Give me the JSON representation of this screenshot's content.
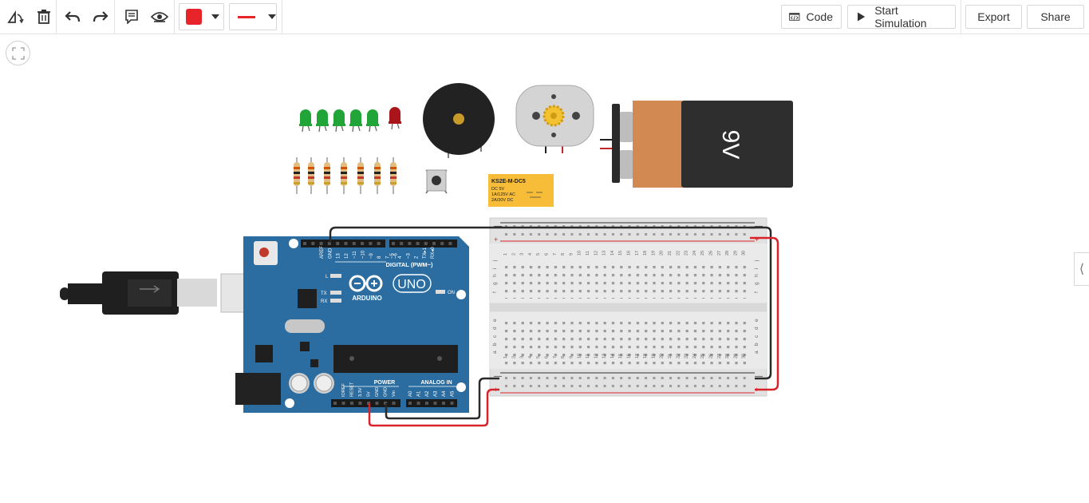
{
  "toolbar": {
    "rotate_icon": "rotate-icon",
    "delete_icon": "trash-icon",
    "undo_icon": "undo-icon",
    "redo_icon": "redo-icon",
    "notes_icon": "notes-icon",
    "visibility_icon": "eye-icon",
    "fill_color": "#e8242b",
    "wire_color": "#e8242b",
    "code_label": "Code",
    "start_simulation_label": "Start Simulation",
    "export_label": "Export",
    "share_label": "Share"
  },
  "components": {
    "battery_label": "9V",
    "relay": {
      "model": "KS2E-M-DC5",
      "line1": "DC 5V",
      "line2": "1A/125V AC",
      "line3": "2A/30V DC"
    },
    "arduino": {
      "digital_label": "DIGITAL (PWM~)",
      "brand": "ARDUINO",
      "model": "UNO",
      "power_label": "POWER",
      "analog_label": "ANALOG IN",
      "on_label": "ON",
      "led_l": "L",
      "led_tx": "TX",
      "led_rx": "RX",
      "top_pins": [
        "AREF",
        "GND",
        "13",
        "12",
        "~11",
        "~10",
        "~9",
        "8",
        "7",
        "~6",
        "~5",
        "4",
        "~3",
        "2",
        "TX▸1",
        "RX◂0"
      ],
      "power_pins": [
        "IOREF",
        "RESET",
        "3.3V",
        "5V",
        "GND",
        "GND",
        "Vin"
      ],
      "analog_pins": [
        "A0",
        "A1",
        "A2",
        "A3",
        "A4",
        "A5"
      ]
    },
    "breadboard": {
      "rows_top": [
        "j",
        "i",
        "h",
        "g",
        "f"
      ],
      "rows_bottom": [
        "e",
        "d",
        "c",
        "b",
        "a"
      ],
      "minus": "—",
      "plus": "+"
    }
  },
  "colors": {
    "arduino_blue": "#2b6da0",
    "wire_black": "#2a2a2a",
    "wire_red": "#d9232b",
    "led_green": "#22a538",
    "led_red": "#a9151a",
    "battery_copper": "#d38a52",
    "battery_dark": "#2e2e2e",
    "relay_yellow": "#f7bd38"
  }
}
